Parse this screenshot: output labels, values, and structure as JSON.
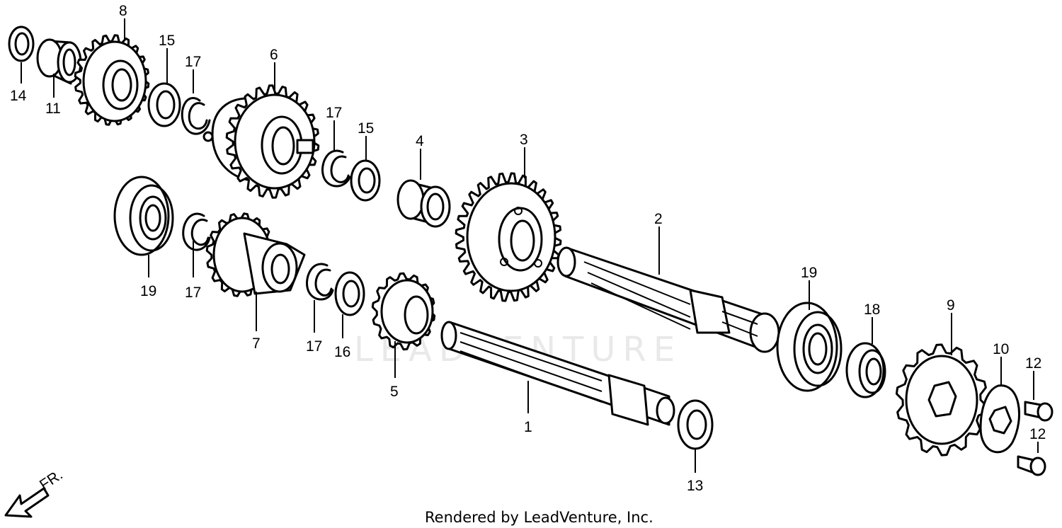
{
  "footer": {
    "credit": "Rendered by LeadVenture, Inc."
  },
  "watermark": {
    "text": "LEADVENTURE"
  },
  "orientation": {
    "label": "FR."
  },
  "callouts": [
    {
      "id": "c1",
      "text": "1"
    },
    {
      "id": "c2",
      "text": "2"
    },
    {
      "id": "c3",
      "text": "3"
    },
    {
      "id": "c4",
      "text": "4"
    },
    {
      "id": "c5",
      "text": "5"
    },
    {
      "id": "c6",
      "text": "6"
    },
    {
      "id": "c7",
      "text": "7"
    },
    {
      "id": "c8",
      "text": "8"
    },
    {
      "id": "c9",
      "text": "9"
    },
    {
      "id": "c10",
      "text": "10"
    },
    {
      "id": "c11",
      "text": "11"
    },
    {
      "id": "c12a",
      "text": "12"
    },
    {
      "id": "c12b",
      "text": "12"
    },
    {
      "id": "c13",
      "text": "13"
    },
    {
      "id": "c14",
      "text": "14"
    },
    {
      "id": "c15a",
      "text": "15"
    },
    {
      "id": "c15b",
      "text": "15"
    },
    {
      "id": "c16",
      "text": "16"
    },
    {
      "id": "c17a",
      "text": "17"
    },
    {
      "id": "c17b",
      "text": "17"
    },
    {
      "id": "c17c",
      "text": "17"
    },
    {
      "id": "c17d",
      "text": "17"
    },
    {
      "id": "c18",
      "text": "18"
    },
    {
      "id": "c19a",
      "text": "19"
    },
    {
      "id": "c19b",
      "text": "19"
    }
  ]
}
